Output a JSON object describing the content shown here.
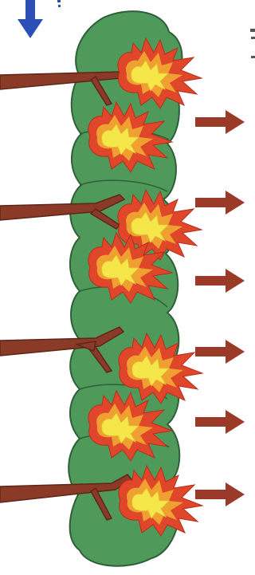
{
  "scene": {
    "description_icons": {
      "down_arrow": "arrow-down-icon",
      "right_arrow": "arrow-right-icon",
      "tree": "tree-icon",
      "flame": "flame-icon"
    },
    "colors": {
      "down_arrow": "#2b4fb5",
      "right_arrow": "#9c3a2a",
      "foliage": "#4f9a5a",
      "foliage_dark": "#2f5f38",
      "trunk": "#8a3a26",
      "flame_outer": "#e0462a",
      "flame_mid": "#f0a030",
      "flame_inner": "#f5e64a"
    },
    "tree_count": 4,
    "flame_count": 7,
    "right_arrow_count": 6
  }
}
